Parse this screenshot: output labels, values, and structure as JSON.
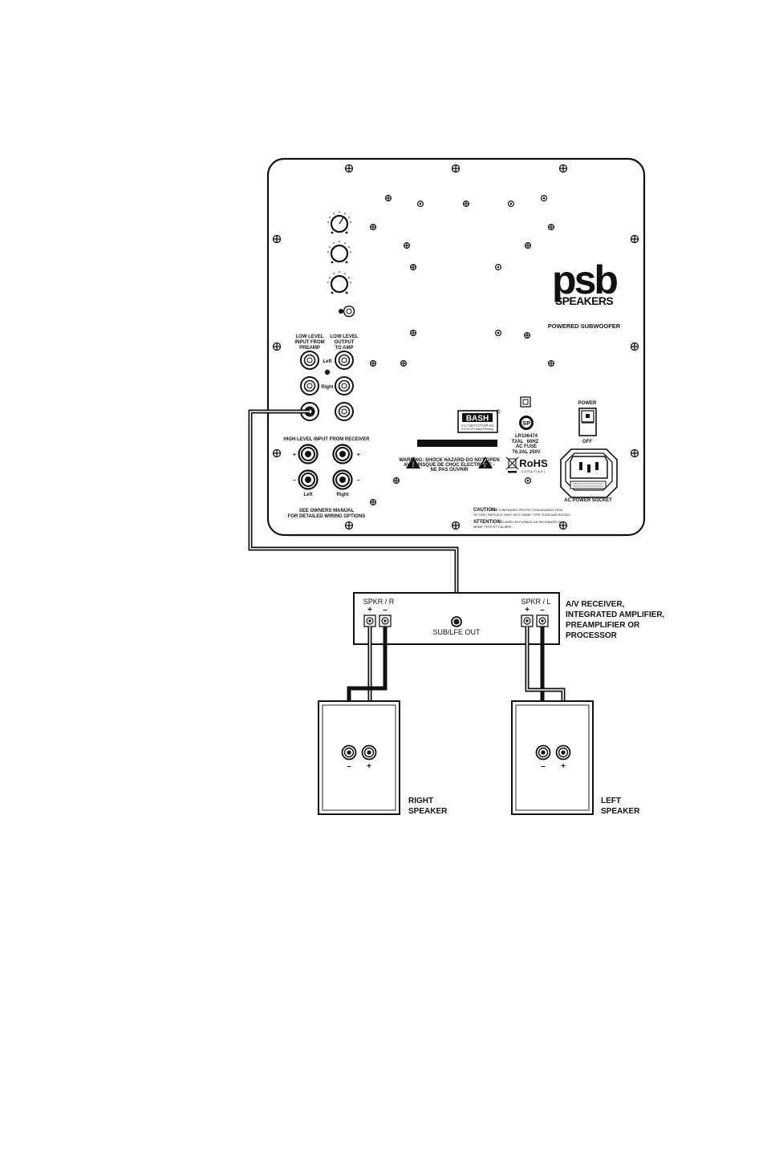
{
  "panel": {
    "brand_logo": "psb",
    "brand_sub": "SPEAKERS",
    "product": "POWERED SUBWOOFER",
    "low_level_input": [
      "LOW LEVEL",
      "INPUT FROM",
      "PREAMP"
    ],
    "low_level_output": [
      "LOW LEVEL",
      "OUTPUT",
      "TO AMP"
    ],
    "left": "Left",
    "right": "Right",
    "high_level": "HIGH LEVEL INPUT FROM RECEIVER",
    "plus": "+",
    "minus": "–",
    "manual": [
      "SEE OWNERS MANUAL",
      "FOR DETAILED WIRING OPTIONS"
    ],
    "bash": "BASH",
    "bash_sub": [
      "U.S. Patent 5,075,634 and",
      "5,075,707 Patent Pending"
    ],
    "warning": [
      "WARNING: SHOCK HAZARD-DO NOT OPEN",
      "AVIS: RISQUE DE CHOC ELECTRIQUE -",
      "NE PAS OUVRIR"
    ],
    "csa_num": "LR106474",
    "rating": [
      "T2AL",
      "60HZ",
      "AC FUSE",
      "T6.3AL 250V"
    ],
    "rohs": "RoHS",
    "rohs_sub": "compliant",
    "power": "POWER",
    "off": "OFF",
    "ac_socket": "AC POWER SOCKET",
    "caution_title": "CAUTION:",
    "caution_text": [
      "FOR CONTINUED PROTECTION AGAINST RISK",
      "OF FIRE, REPLACE ONLY WITH SAME TYPE FUSE AND RATING."
    ],
    "attention_title": "ATTENTION:",
    "attention_text": [
      "UTILISER UN FUSIBLE DE RECHANGE DE",
      "MEME TYPE ET CALIBRE."
    ]
  },
  "receiver": {
    "spkr_r": "SPKR / R",
    "spkr_l": "SPKR / L",
    "sub_out": "SUB/LFE OUT",
    "description": [
      "A/V  RECEIVER,",
      "INTEGRATED AMPLIFIER,",
      "PREAMPLIFIER OR",
      "PROCESSOR"
    ]
  },
  "speakers": {
    "right_label": [
      "RIGHT",
      "SPEAKER"
    ],
    "left_label": [
      "LEFT",
      "SPEAKER"
    ],
    "minus": "–",
    "plus": "+"
  }
}
